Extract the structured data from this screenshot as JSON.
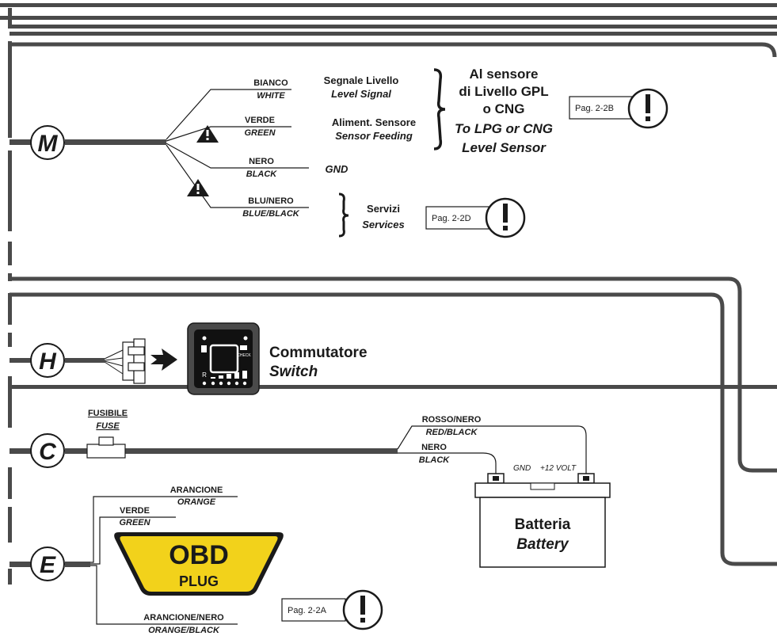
{
  "connectors": {
    "m": "M",
    "h": "H",
    "c": "C",
    "e": "E"
  },
  "section_m": {
    "wires": [
      {
        "it": "BIANCO",
        "en": "WHITE",
        "dest_it": "Segnale Livello",
        "dest_en": "Level Signal"
      },
      {
        "it": "VERDE",
        "en": "GREEN",
        "dest_it": "Aliment. Sensore",
        "dest_en": "Sensor Feeding"
      },
      {
        "it": "NERO",
        "en": "BLACK",
        "dest_it": "",
        "dest_en": "GND"
      },
      {
        "it": "BLU/NERO",
        "en": "BLUE/BLACK",
        "dest_it": "",
        "dest_en": ""
      }
    ],
    "sensor_title": [
      "Al sensore",
      "di Livello GPL",
      "o CNG"
    ],
    "sensor_title_en": [
      "To LPG or CNG",
      "Level Sensor"
    ],
    "ref_sensor": "Pag. 2-2B",
    "services_it": "Servizi",
    "services_en": "Services",
    "ref_services": "Pag. 2-2D"
  },
  "section_h": {
    "switch_it": "Commutatore",
    "switch_en": "Switch",
    "panel_r": "R",
    "panel_check": "CHECK"
  },
  "section_c": {
    "fuse_it": "FUSIBILE",
    "fuse_en": "FUSE",
    "wire_red_it": "ROSSO/NERO",
    "wire_red_en": "RED/BLACK",
    "wire_black_it": "NERO",
    "wire_black_en": "BLACK",
    "gnd": "GND",
    "plus12": "+12 VOLT",
    "battery_it": "Batteria",
    "battery_en": "Battery"
  },
  "section_e": {
    "wire_orange_it": "ARANCIONE",
    "wire_orange_en": "ORANGE",
    "wire_green_it": "VERDE",
    "wire_green_en": "GREEN",
    "obd_top": "OBD",
    "obd_bottom": "PLUG",
    "wire_ob_it": "ARANCIONE/NERO",
    "wire_ob_en": "ORANGE/BLACK",
    "ref_obd": "Pag. 2-2A"
  },
  "colors": {
    "harness": "#4a4a4a",
    "obd_yellow": "#f2d21b",
    "ink": "#1a1a1a"
  }
}
